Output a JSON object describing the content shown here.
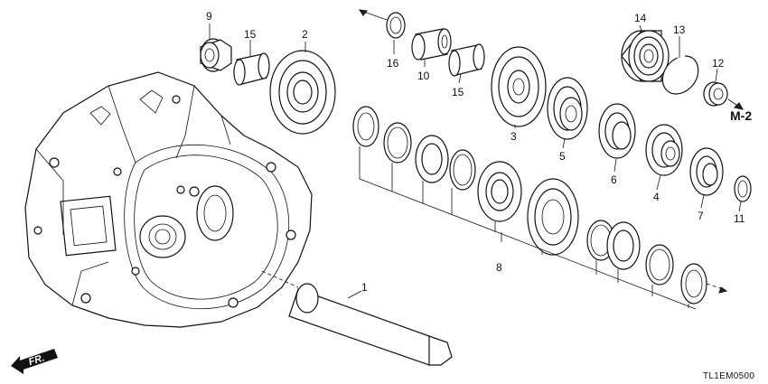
{
  "callouts": [
    "9",
    "15",
    "2",
    "16",
    "10",
    "15",
    "3",
    "5",
    "6",
    "4",
    "7",
    "11",
    "14",
    "13",
    "12",
    "8",
    "1"
  ],
  "reference": "M-2",
  "front_label": "FR.",
  "diagram_code": "TL1EM0500"
}
